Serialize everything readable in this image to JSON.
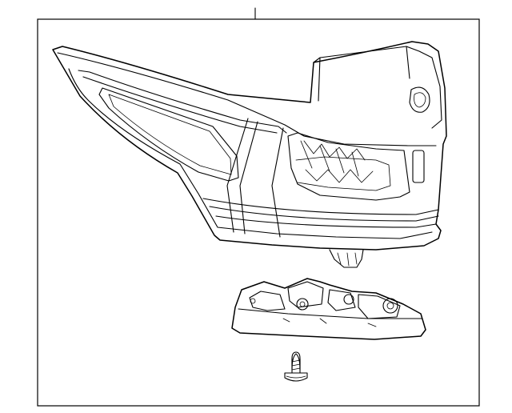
{
  "diagram": {
    "parts": [
      {
        "name": "tail-lamp-assembly"
      },
      {
        "name": "lamp-bulb-socket-bracket"
      },
      {
        "name": "mounting-screw"
      }
    ],
    "colors": {
      "line": "#000000",
      "background": "#ffffff"
    }
  }
}
